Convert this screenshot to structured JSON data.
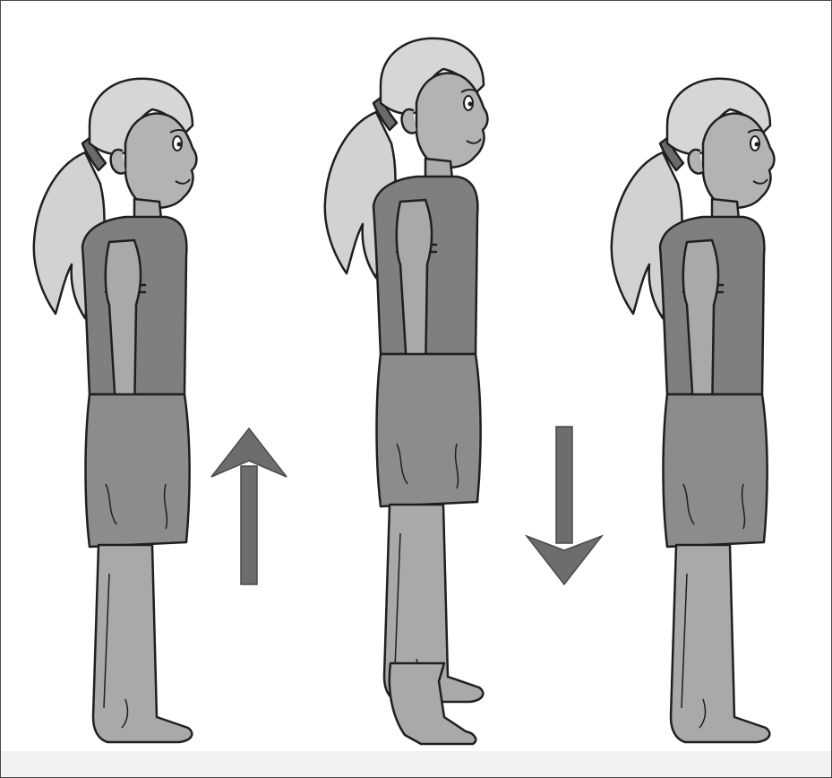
{
  "illustration": {
    "subject": "",
    "figures": [
      {
        "pose": "standing",
        "order": 1
      },
      {
        "pose": "on-tiptoes",
        "order": 2
      },
      {
        "pose": "standing",
        "order": 3
      }
    ],
    "arrows": [
      {
        "direction": "up",
        "order": 1
      },
      {
        "direction": "down",
        "order": 2
      }
    ]
  },
  "colors": {
    "skin": "#a9a9a9",
    "shirt": "#7e7e7e",
    "shorts": "#8c8c8c",
    "hair": "#d0d0d0",
    "outline": "#1f1f1f",
    "arrow": "#6d6d6d",
    "footer": "#f2f2f2"
  }
}
